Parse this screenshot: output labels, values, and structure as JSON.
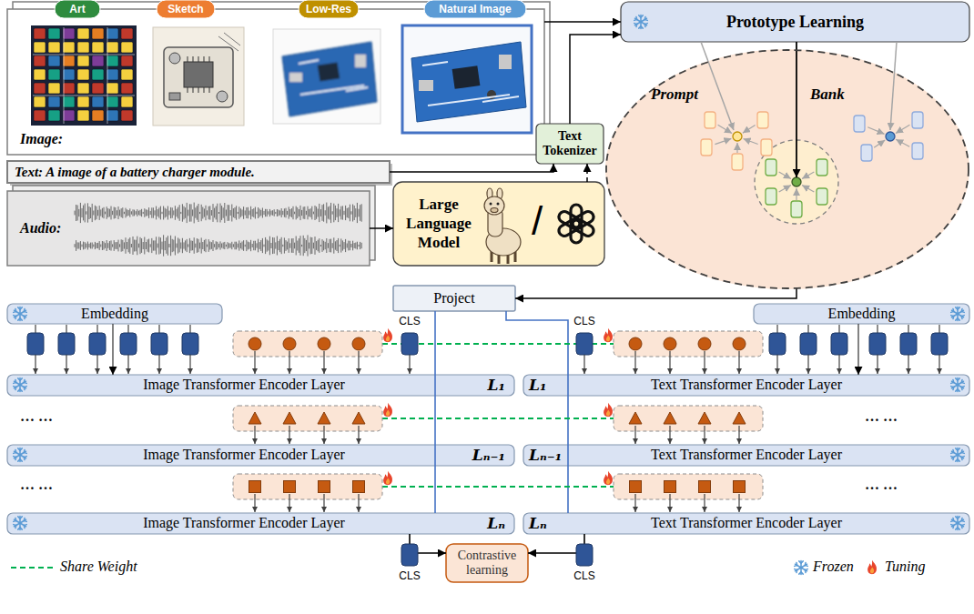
{
  "diagram": {
    "nodes": [
      {
        "text": [
          "Image:"
        ]
      },
      {
        "text": [
          "Art"
        ],
        "in": 0
      },
      {
        "text": [
          "Sketch"
        ],
        "in": 0
      },
      {
        "text": [
          "Low-Res"
        ],
        "in": 0
      },
      {
        "text": [
          "Natural Image"
        ],
        "in": 0
      },
      {
        "text": [
          "Text: A image of a battery charger module."
        ]
      },
      {
        "text": [
          "Audio:"
        ]
      },
      {
        "text": [
          "Text Tokenizer"
        ]
      },
      {
        "text": [
          "Large Language Model",
          "/"
        ]
      },
      {
        "text": [
          "Prototype Learning"
        ]
      },
      {
        "text": [
          "Prompt",
          "Bank"
        ]
      },
      {
        "text": [
          "Project"
        ]
      },
      {
        "text": [
          "Embedding"
        ]
      },
      {
        "text": [
          "Embedding"
        ]
      },
      {
        "text": [
          "Image Transformer Encoder Layer",
          "L₁"
        ]
      },
      {
        "text": [
          "L₁",
          "Text Transformer Encoder Layer"
        ]
      },
      {
        "text": [
          "Image Transformer Encoder Layer",
          "Lₙ₋₁"
        ]
      },
      {
        "text": [
          "Lₙ₋₁",
          "Text Transformer Encoder Layer"
        ]
      },
      {
        "text": [
          "Image Transformer Encoder Layer",
          "Lₙ"
        ]
      },
      {
        "text": [
          "Lₙ",
          "Text Transformer Encoder Layer"
        ]
      },
      {
        "text": [
          "Contrastive learning"
        ]
      }
    ],
    "edges": [
      {
        "from": 0,
        "to": 9,
        "arrow": "to"
      },
      {
        "from": 5,
        "to": 7,
        "arrow": "to"
      },
      {
        "from": 6,
        "to": 8,
        "arrow": "to"
      },
      {
        "from": 8,
        "to": 7,
        "arrow": "to"
      },
      {
        "from": 7,
        "to": 9,
        "arrow": "to"
      },
      {
        "from": 9,
        "to": 10,
        "arrow": "to"
      },
      {
        "from": 10,
        "to": 11,
        "arrow": "to"
      },
      {
        "from": 11,
        "to": 18,
        "arrow": "none"
      },
      {
        "from": 11,
        "to": 19,
        "arrow": "none"
      },
      {
        "from": 12,
        "to": 14,
        "arrow": "to"
      },
      {
        "from": 13,
        "to": 15,
        "arrow": "to"
      },
      {
        "from": 18,
        "to": 20,
        "arrow": "to"
      },
      {
        "from": 19,
        "to": 20,
        "arrow": "to"
      }
    ],
    "labels": [
      "CLS",
      "CLS",
      "… …",
      "… …",
      "… …",
      "… …",
      "CLS",
      "CLS"
    ],
    "legend": [
      {
        "text": "Share Weight"
      },
      {
        "text": "Frozen"
      },
      {
        "text": "Tuning"
      }
    ]
  }
}
